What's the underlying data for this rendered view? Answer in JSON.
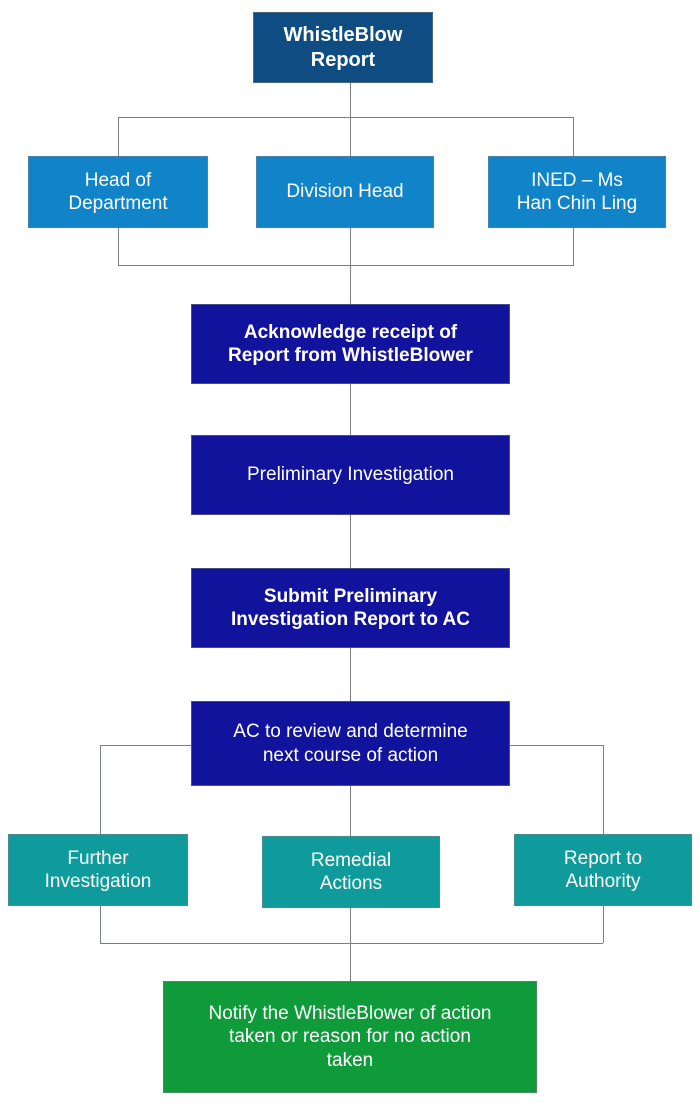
{
  "diagram": {
    "title": "WhistleBlow Report Handling Flowchart",
    "type": "flowchart",
    "orientation": "top-to-bottom",
    "background_color": "#ffffff",
    "connector_color": "#7a7f87"
  },
  "palette": {
    "header_blue": "#0f4c81",
    "role_blue": "#1183c9",
    "step_navy": "#12139c",
    "option_teal": "#0f9b9b",
    "final_green": "#0f9b3a",
    "text_white": "#ffffff"
  },
  "nodes": {
    "start": {
      "label": "WhistleBlow\nReport",
      "color": "#0f4c81",
      "stage": "start"
    },
    "recipients": [
      {
        "label": "Head of\nDepartment",
        "color": "#1183c9"
      },
      {
        "label": "Division Head",
        "color": "#1183c9"
      },
      {
        "label": "INED – Ms\nHan Chin Ling",
        "color": "#1183c9"
      }
    ],
    "steps": [
      {
        "label": "Acknowledge receipt of\nReport from WhistleBlower",
        "color": "#12139c"
      },
      {
        "label": "Preliminary Investigation",
        "color": "#12139c"
      },
      {
        "label": "Submit Preliminary\nInvestigation Report to AC",
        "color": "#12139c"
      },
      {
        "label": "AC to review and determine\nnext course of action",
        "color": "#12139c"
      }
    ],
    "options": [
      {
        "label": "Further\nInvestigation",
        "color": "#0f9b9b"
      },
      {
        "label": "Remedial\nActions",
        "color": "#0f9b9b"
      },
      {
        "label": "Report to\nAuthority",
        "color": "#0f9b9b"
      }
    ],
    "final": {
      "label": "Notify the WhistleBlower of action\ntaken or reason for no action\ntaken",
      "color": "#0f9b3a"
    }
  }
}
